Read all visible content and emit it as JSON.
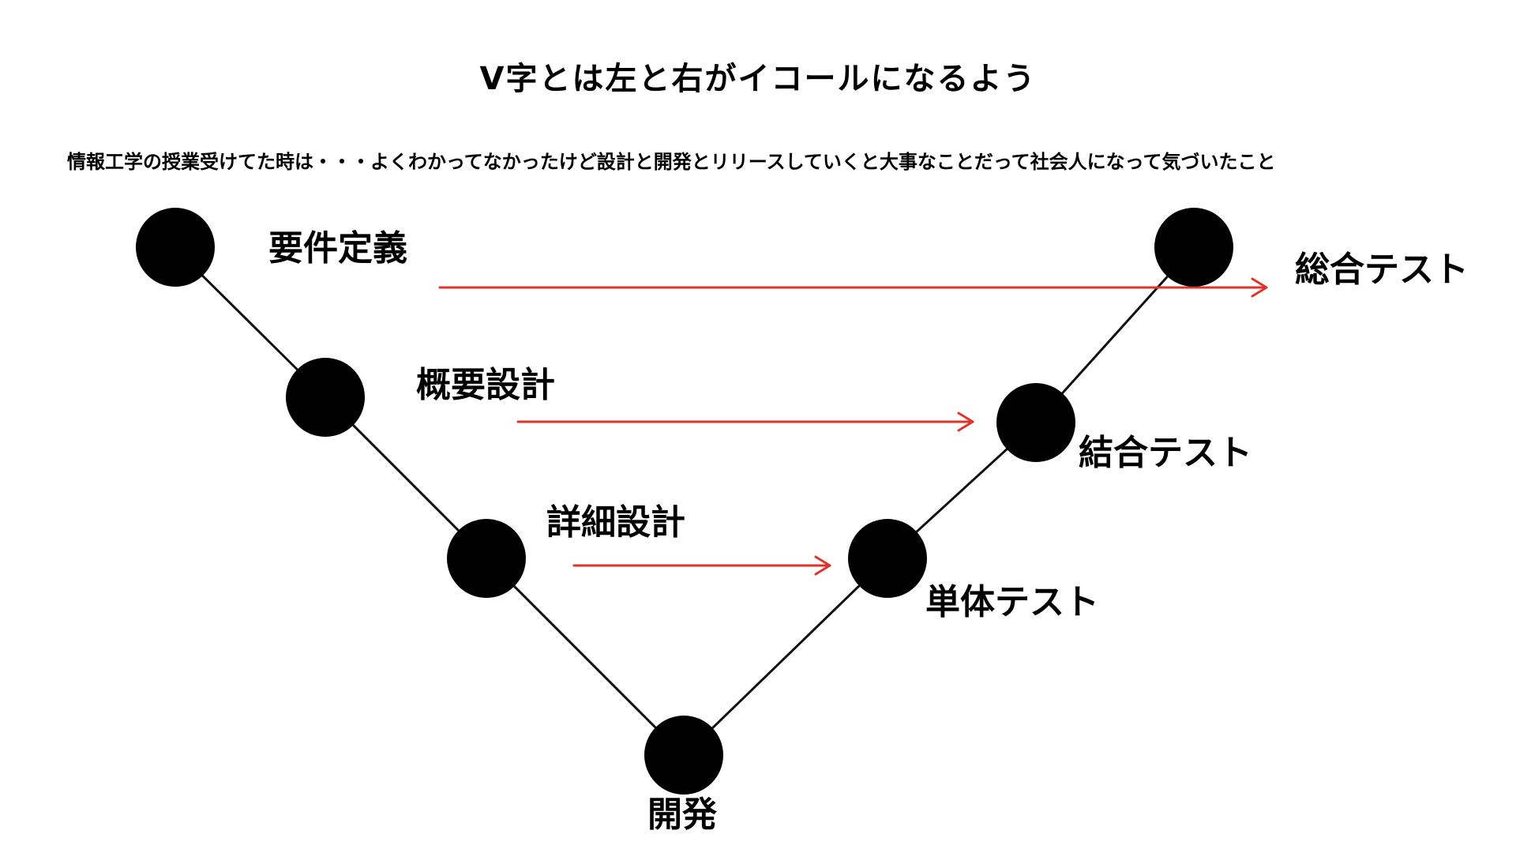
{
  "title": "V字とは左と右がイコールになるよう",
  "subtitle": "情報工学の授業受けてた時は・・・よくわかってなかったけど設計と開発とリリースしていくと大事なことだって社会人になって気づいたこと",
  "stages": {
    "requirements": "要件定義",
    "basic_design": "概要設計",
    "detailed_design": "詳細設計",
    "development": "開発",
    "unit_test": "単体テスト",
    "integration_test": "結合テスト",
    "system_test": "総合テスト"
  },
  "colors": {
    "node": "#000000",
    "line": "#111111",
    "arrow": "#e0332a",
    "text": "#000000"
  }
}
